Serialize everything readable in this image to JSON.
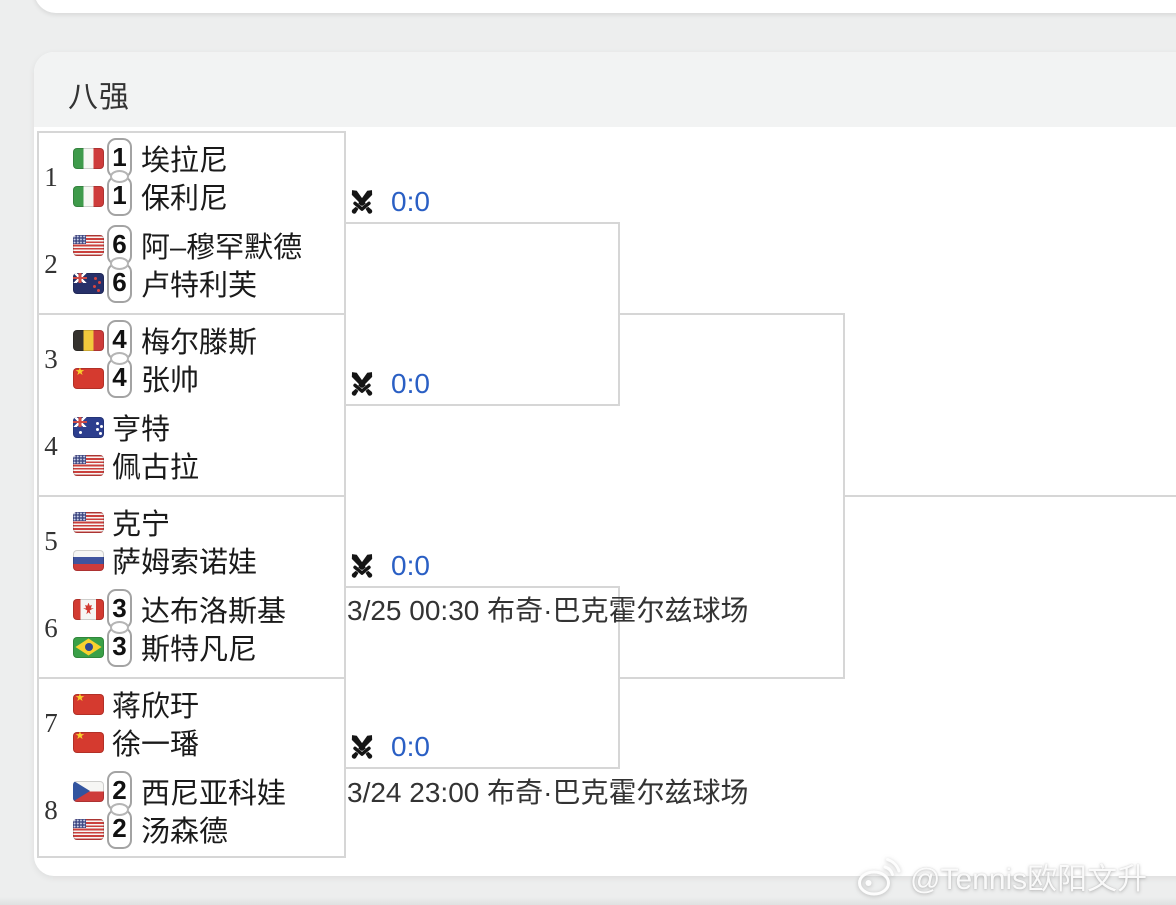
{
  "header": {
    "title": "八强"
  },
  "bracket": {
    "matches": [
      {
        "score": "0:0",
        "teams": [
          {
            "row": "1",
            "players": [
              {
                "flag": "italy-flag-icon",
                "seed": "1",
                "name": "埃拉尼"
              },
              {
                "flag": "italy-flag-icon",
                "seed": "1",
                "name": "保利尼"
              }
            ]
          },
          {
            "row": "2",
            "players": [
              {
                "flag": "usa-flag-icon",
                "seed": "6",
                "name": "阿–穆罕默德"
              },
              {
                "flag": "new-zealand-flag-icon",
                "seed": "6",
                "name": "卢特利芙"
              }
            ]
          }
        ]
      },
      {
        "score": "0:0",
        "teams": [
          {
            "row": "3",
            "players": [
              {
                "flag": "belgium-flag-icon",
                "seed": "4",
                "name": "梅尔滕斯"
              },
              {
                "flag": "china-flag-icon",
                "seed": "4",
                "name": "张帅"
              }
            ]
          },
          {
            "row": "4",
            "players": [
              {
                "flag": "australia-flag-icon",
                "name": "亨特"
              },
              {
                "flag": "usa-flag-icon",
                "name": "佩古拉"
              }
            ]
          }
        ]
      },
      {
        "score": "0:0",
        "time": "3/25 00:30 布奇·巴克霍尔兹球场",
        "teams": [
          {
            "row": "5",
            "players": [
              {
                "flag": "usa-flag-icon",
                "name": "克宁"
              },
              {
                "flag": "russia-flag-icon",
                "name": "萨姆索诺娃"
              }
            ]
          },
          {
            "row": "6",
            "players": [
              {
                "flag": "canada-flag-icon",
                "seed": "3",
                "name": "达布洛斯基"
              },
              {
                "flag": "brazil-flag-icon",
                "seed": "3",
                "name": "斯特凡尼"
              }
            ]
          }
        ]
      },
      {
        "score": "0:0",
        "time": "3/24 23:00 布奇·巴克霍尔兹球场",
        "teams": [
          {
            "row": "7",
            "players": [
              {
                "flag": "china-flag-icon",
                "name": "蒋欣玗"
              },
              {
                "flag": "china-flag-icon",
                "name": "徐一璠"
              }
            ]
          },
          {
            "row": "8",
            "players": [
              {
                "flag": "czech-flag-icon",
                "seed": "2",
                "name": "西尼亚科娃"
              },
              {
                "flag": "usa-flag-icon",
                "seed": "2",
                "name": "汤森德"
              }
            ]
          }
        ]
      }
    ]
  },
  "watermark": {
    "text": "@Tennis欧阳文升"
  },
  "colors": {
    "score_blue": "#2a5fc4",
    "line_gray": "#d6d6d6",
    "card_bg": "#ffffff",
    "page_bg": "#edeeee"
  }
}
